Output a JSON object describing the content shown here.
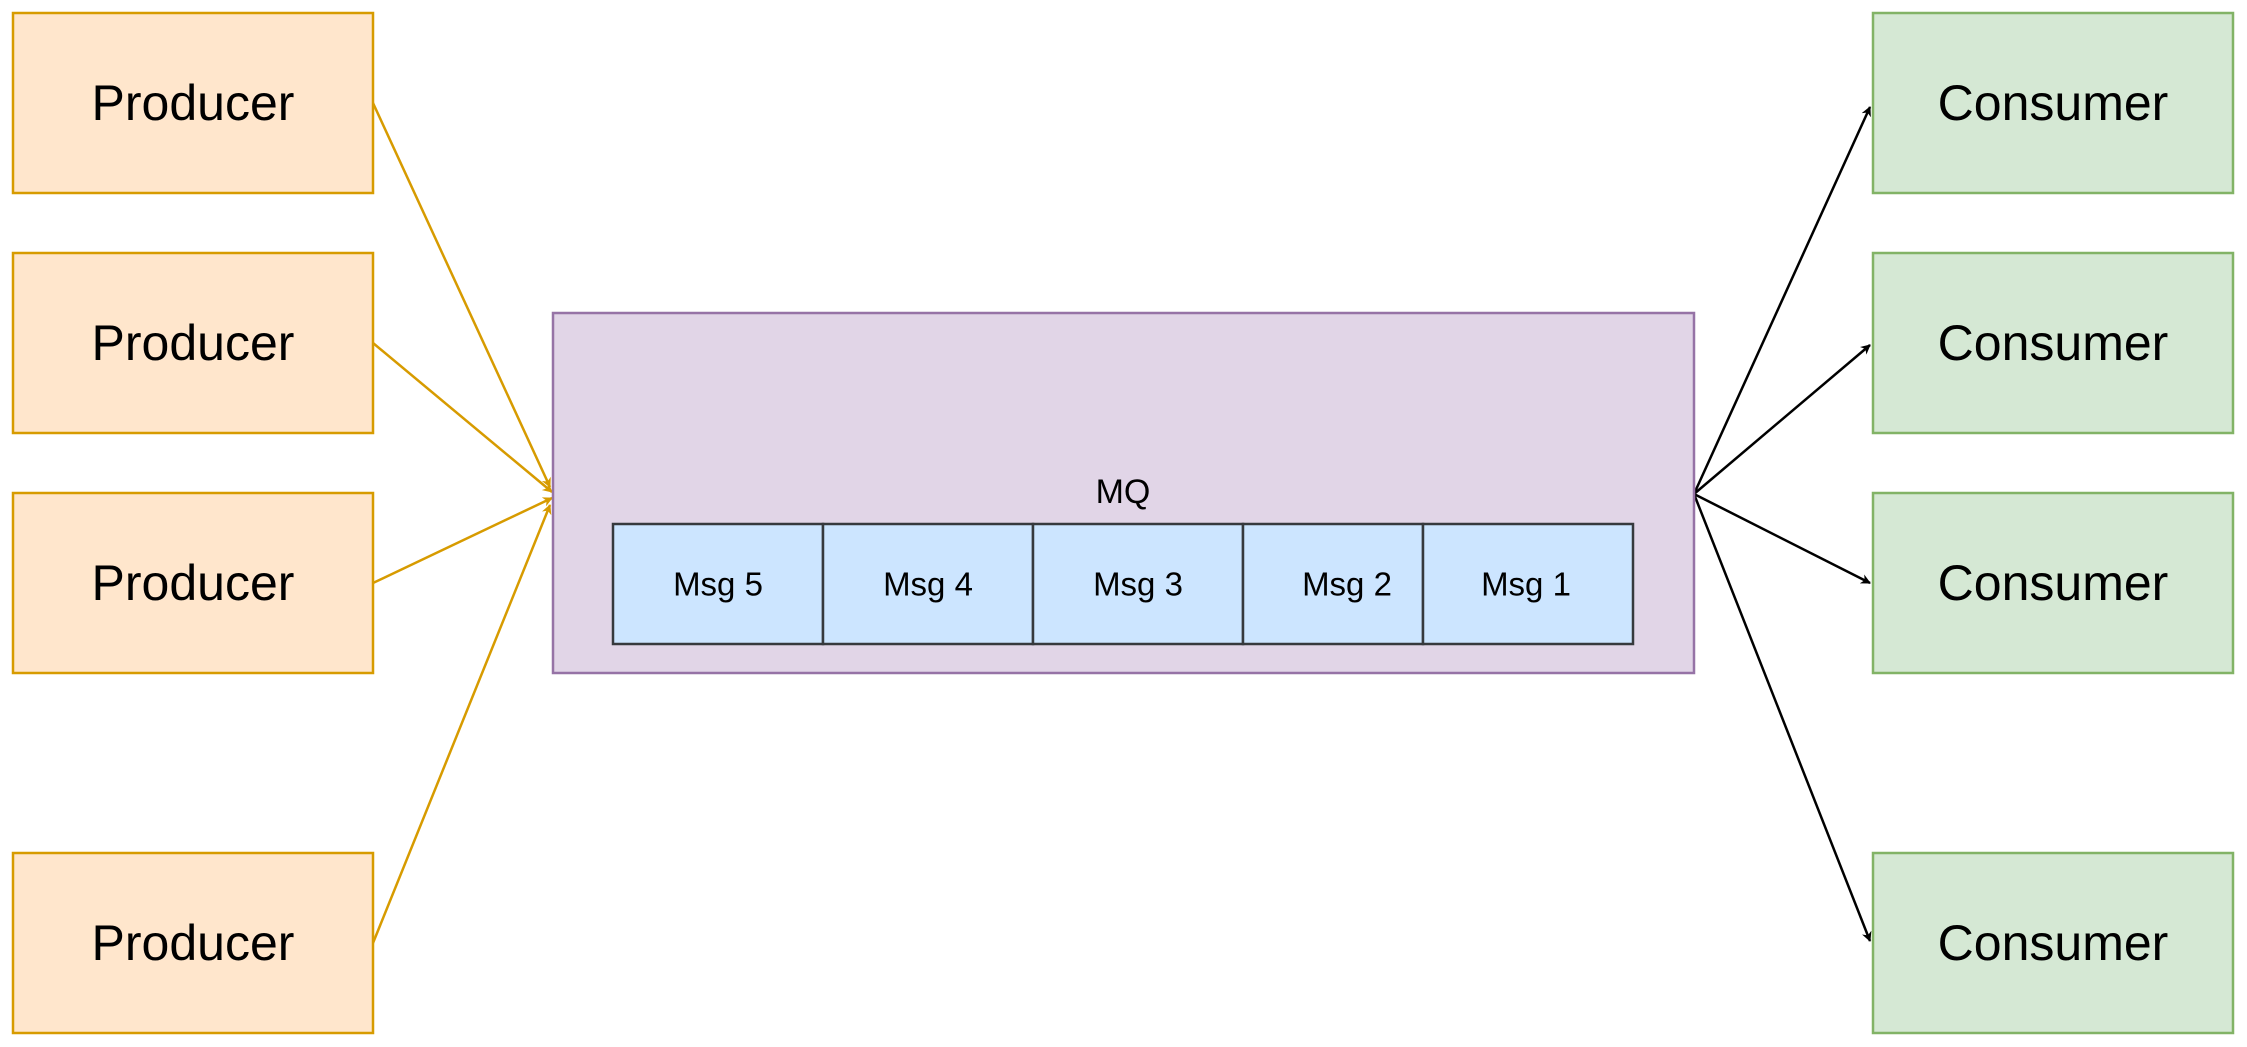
{
  "colors": {
    "producer_fill": "#ffe6cc",
    "producer_stroke": "#d79b00",
    "consumer_fill": "#d5e8d4",
    "consumer_stroke": "#82b366",
    "mq_fill": "#e1d5e7",
    "mq_stroke": "#9673a6",
    "message_fill": "#cce5ff",
    "message_stroke": "#36393d",
    "producer_arrow": "#d79b00",
    "consumer_arrow": "#000000"
  },
  "producers": [
    {
      "label": "Producer"
    },
    {
      "label": "Producer"
    },
    {
      "label": "Producer"
    },
    {
      "label": "Producer"
    }
  ],
  "consumers": [
    {
      "label": "Consumer"
    },
    {
      "label": "Consumer"
    },
    {
      "label": "Consumer"
    },
    {
      "label": "Consumer"
    }
  ],
  "mq": {
    "label": "MQ",
    "messages": [
      {
        "label": "Msg 5"
      },
      {
        "label": "Msg 4"
      },
      {
        "label": "Msg 3"
      },
      {
        "label": "Msg 2"
      },
      {
        "label": "Msg 1"
      }
    ]
  }
}
